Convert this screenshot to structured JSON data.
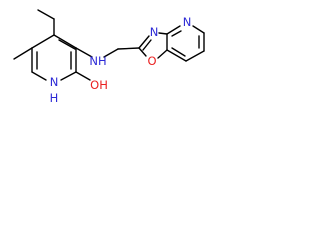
{
  "molecule": {
    "atom_labels": {
      "pyridinone_nitrogen": "N",
      "pyridinone_nitrogen_h": "H",
      "hydroxyl": "OH",
      "amine": "NH",
      "oxazole_nitrogen": "N",
      "oxazole_oxygen": "O",
      "pyridine_nitrogen": "N"
    },
    "colors": {
      "nitrogen": "#2d2ad6",
      "oxygen": "#ea2020",
      "bond": "#000000"
    }
  }
}
